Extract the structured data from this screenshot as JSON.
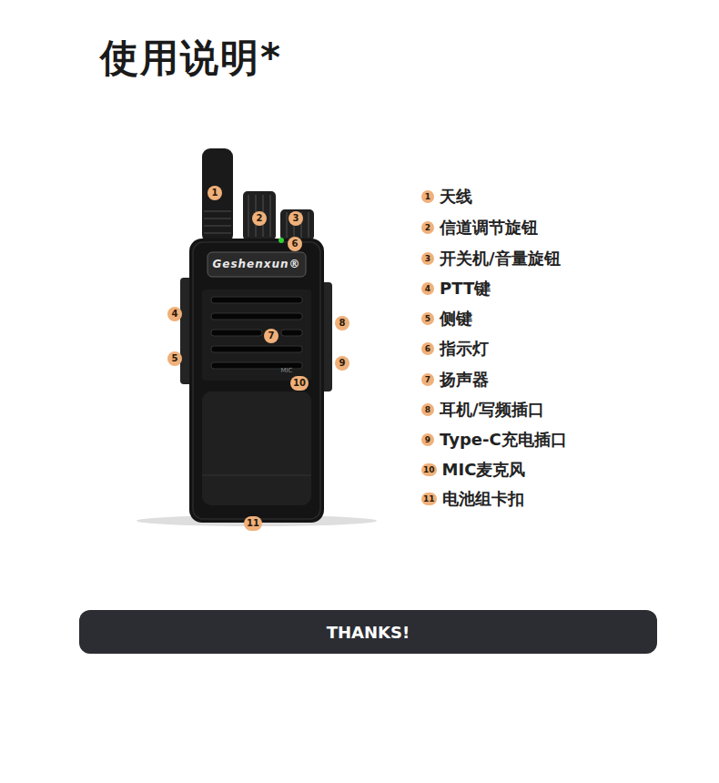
{
  "diagram": {
    "title": "使用说明*",
    "nodes": [
      {
        "text": [
          "1"
        ]
      },
      {
        "text": [
          "2"
        ]
      },
      {
        "text": [
          "3"
        ]
      },
      {
        "text": [
          "6"
        ]
      },
      {
        "text": [
          "4"
        ]
      },
      {
        "text": [
          "8"
        ]
      },
      {
        "text": [
          "7"
        ]
      },
      {
        "text": [
          "5"
        ]
      },
      {
        "text": [
          "9"
        ]
      },
      {
        "text": [
          "10"
        ]
      },
      {
        "text": [
          "11"
        ]
      },
      {
        "text": [
          "1",
          "天线"
        ]
      },
      {
        "text": [
          "2",
          "信道调节旋钮"
        ]
      },
      {
        "text": [
          "3",
          "开关机/音量旋钮"
        ]
      },
      {
        "text": [
          "4",
          "PTT键"
        ]
      },
      {
        "text": [
          "5",
          "侧键"
        ]
      },
      {
        "text": [
          "6",
          "指示灯"
        ]
      },
      {
        "text": [
          "7",
          "扬声器"
        ]
      },
      {
        "text": [
          "8",
          "耳机/写频插口"
        ]
      },
      {
        "text": [
          "9",
          "Type-C充电插口"
        ]
      },
      {
        "text": [
          "10",
          "MIC麦克风"
        ]
      },
      {
        "text": [
          "11",
          "电池组卡扣"
        ]
      },
      {
        "text": [
          "THANKS!"
        ]
      }
    ],
    "labels": [
      "Geshenxun®",
      "MIC"
    ]
  }
}
